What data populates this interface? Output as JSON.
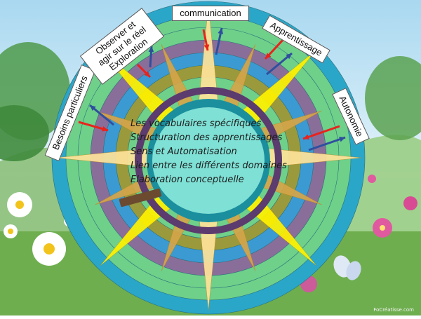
{
  "labels": {
    "communication": "communication",
    "apprentissage": "Apprentissage",
    "autonomie": "Autonomie",
    "besoins": "Besoins particuliers",
    "observer": "Observer et\nagir sur le réel\nExploration"
  },
  "center_lines": [
    "Les vocabulaires spécifiques",
    "Structuration des apprentissages",
    "Sens et Automatisation",
    "Lien entre les différents domaines",
    "Elaboration conceptuelle"
  ],
  "credit": "FoCréatisse.com",
  "colors": {
    "sky": "#bfe3f5",
    "meadow": "#7fc46a",
    "outer_disc": "#2aa6c9",
    "ring_green": "#6fd08a",
    "ring_purple": "#8a6e9a",
    "ring_blue": "#3b9ad2",
    "ring_olive": "#9a9a3c",
    "hub": "#7fe0d5",
    "ray_yellow": "#fff200",
    "ray_cream": "#ffe39a",
    "ray_olive": "#d4a54a",
    "arrow_red": "#e8231c",
    "arrow_blue": "#2f4f9e"
  }
}
